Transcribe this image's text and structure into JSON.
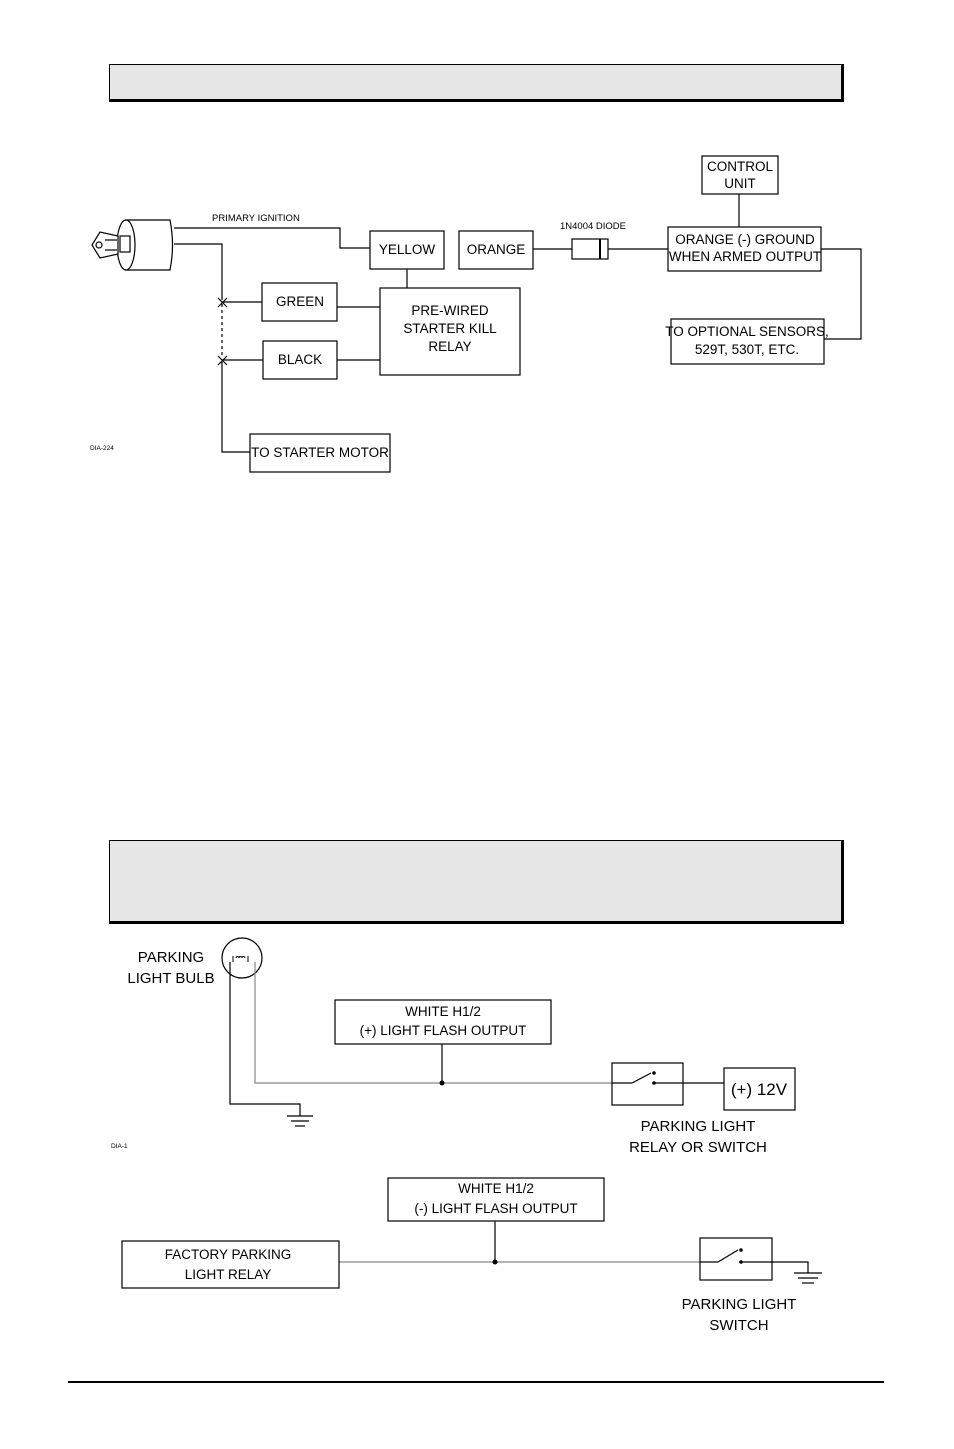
{
  "diagram1": {
    "primary_ignition": "PRIMARY IGNITION",
    "diode_label": "1N4004 DIODE",
    "boxes": {
      "yellow": "YELLOW",
      "orange": "ORANGE",
      "control_unit": [
        "CONTROL",
        "UNIT"
      ],
      "orange_ground": [
        "ORANGE (-) GROUND",
        "WHEN ARMED OUTPUT"
      ],
      "green": "GREEN",
      "black": "BLACK",
      "relay": [
        "PRE-WIRED",
        "STARTER KILL",
        "RELAY"
      ],
      "sensors": [
        "TO OPTIONAL SENSORS,",
        "529T, 530T, ETC."
      ],
      "starter_motor": "TO STARTER MOTOR"
    },
    "diagram_id": "DIA-224"
  },
  "diagram2": {
    "bulb_label": [
      "PARKING",
      "LIGHT BULB"
    ],
    "white_box": [
      "WHITE H1/2",
      "(+) LIGHT FLASH OUTPUT"
    ],
    "supply": "(+) 12V",
    "relay_label": [
      "PARKING LIGHT",
      "RELAY OR SWITCH"
    ],
    "diagram_id": "DIA-1"
  },
  "diagram3": {
    "white_box": [
      "WHITE H1/2",
      "(-) LIGHT FLASH OUTPUT"
    ],
    "factory_box": [
      "FACTORY PARKING",
      "LIGHT RELAY"
    ],
    "switch_label": [
      "PARKING LIGHT",
      "SWITCH"
    ]
  }
}
